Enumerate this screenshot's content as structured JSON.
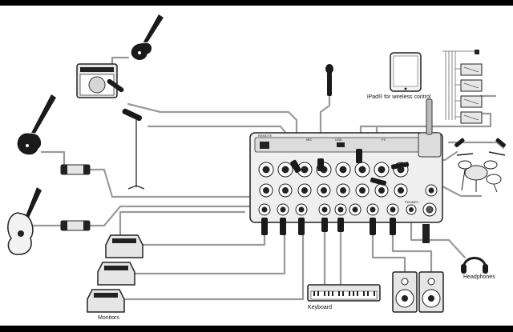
{
  "labels": {
    "ipad": "iPad® for wireless control",
    "headphones": "Headphones",
    "keyboard": "Keyboard",
    "monitors": "Monitors"
  },
  "mixer": {
    "remote": "REMOTE",
    "usb": "USB",
    "mic": "MIC",
    "fx": "FX",
    "phones": "PHONES"
  },
  "colors": {
    "background": "#000000",
    "panel": "#ffffff",
    "cable": "#9a9a9a",
    "device_fill": "#e6e6e6",
    "device_stroke": "#222222",
    "dark": "#1a1a1a"
  }
}
